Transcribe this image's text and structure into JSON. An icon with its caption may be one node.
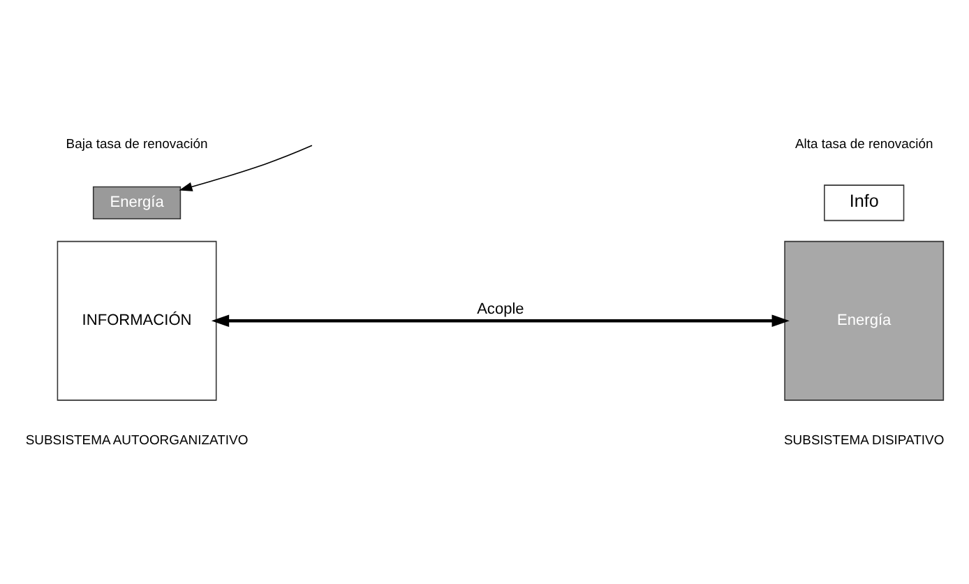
{
  "diagram": {
    "nodes": [
      {
        "text": [
          "Info"
        ],
        "beside": [
          "Alta tasa de renovación"
        ]
      },
      {
        "text": [
          "Energía"
        ],
        "beside": [
          "SUBSISTEMA DISIPATIVO"
        ]
      },
      {
        "text": [
          "Energía"
        ],
        "beside": [
          "Baja tasa de renovación"
        ]
      },
      {
        "text": [
          "INFORMACIÓN"
        ],
        "beside": [
          "SUBSISTEMA AUTOORGANIZATIVO"
        ]
      }
    ],
    "edges": [
      {
        "from": 1,
        "to": 3,
        "arrow": "both",
        "label": "Acople",
        "style": "thick"
      },
      {
        "from": null,
        "to": 2,
        "arrow": "to"
      }
    ]
  }
}
